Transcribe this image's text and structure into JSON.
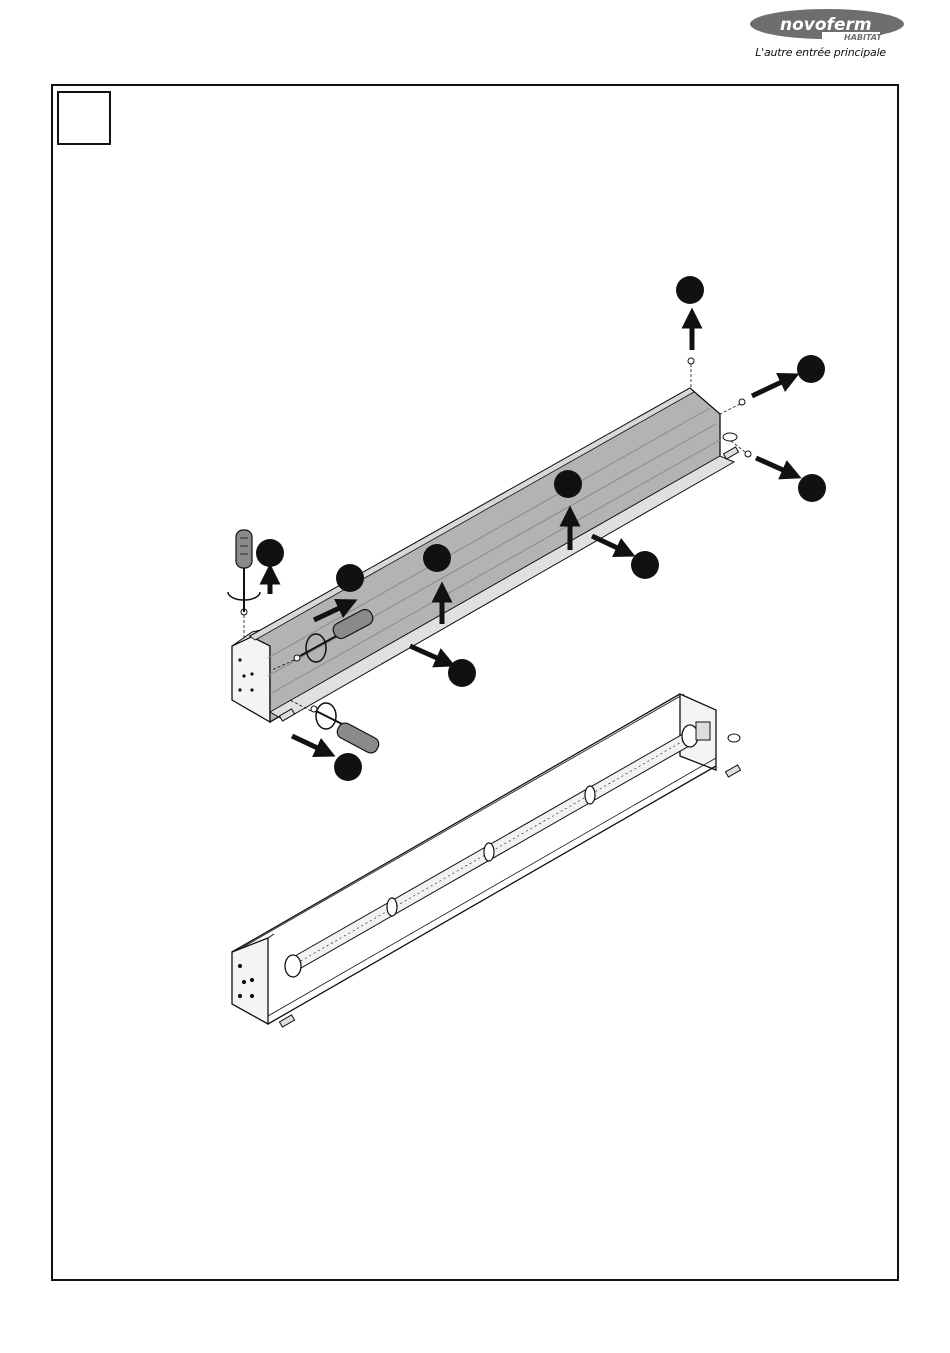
{
  "brand": {
    "name": "novoferm",
    "sub": "HABITAT",
    "tagline": "L'autre entrée principale"
  },
  "step": {
    "number": ""
  },
  "colors": {
    "cover_fill": "#b3b3b3",
    "cover_dark": "#8a8a8a",
    "ink": "#111111",
    "badge": "#111111"
  },
  "illustration": {
    "top_view": "roller-box-cover-removal",
    "bottom_view": "roller-box-open-with-axle",
    "badges_count_visible": 11
  }
}
